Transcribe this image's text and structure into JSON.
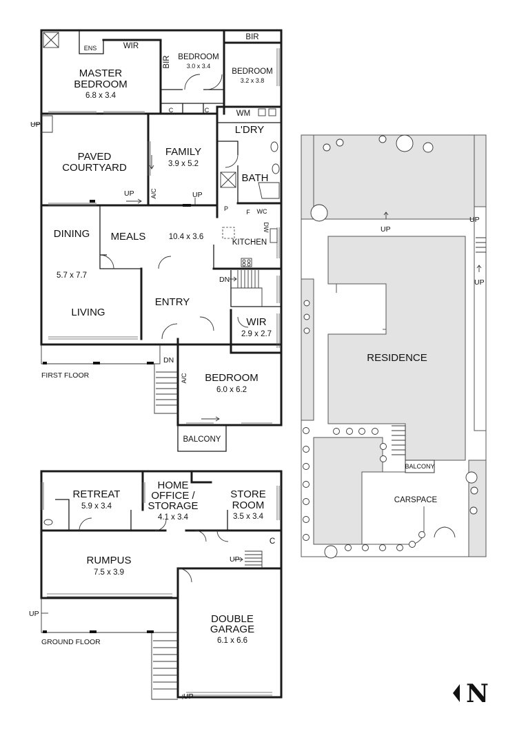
{
  "first_floor": {
    "label": "FIRST FLOOR",
    "rooms": {
      "ens": "ENS",
      "wir_top": "WIR",
      "bir_top": "BIR",
      "bir_side": "BIR",
      "master_name_1": "MASTER",
      "master_name_2": "BEDROOM",
      "master_dim": "6.8 x 3.4",
      "bed2_name": "BEDROOM",
      "bed2_dim": "3.0 x 3.4",
      "bed3_name": "BEDROOM",
      "bed3_dim": "3.2 x 3.8",
      "c1": "C",
      "c2": "C",
      "wm": "WM",
      "laundry": "L'DRY",
      "courtyard_1": "PAVED",
      "courtyard_2": "COURTYARD",
      "family_name": "FAMILY",
      "family_dim": "3.9 x 5.2",
      "bath": "BATH",
      "p": "P",
      "f": "F",
      "wc": "WC",
      "dw": "DW",
      "kitchen": "KITCHEN",
      "dining": "DINING",
      "meals": "MEALS",
      "meals_dim": "10.4 x 3.6",
      "living_dim": "5.7 x 7.7",
      "living": "LIVING",
      "entry": "ENTRY",
      "wir_name": "WIR",
      "wir_dim": "2.9 x 2.7",
      "bedroom_name": "BEDROOM",
      "bedroom_dim": "6.0 x 6.2",
      "balcony": "BALCONY",
      "ac1": "A/C",
      "ac2": "A/C",
      "up1": "UP",
      "up2": "UP",
      "up3": "UP",
      "dn1": "DN",
      "dn2": "DN"
    }
  },
  "ground_floor": {
    "label": "GROUND FLOOR",
    "rooms": {
      "retreat_name": "RETREAT",
      "retreat_dim": "5.9 x 3.4",
      "office_1": "HOME",
      "office_2": "OFFICE /",
      "office_3": "STORAGE",
      "office_dim": "4.1 x 3.4",
      "store_1": "STORE",
      "store_2": "ROOM",
      "store_dim": "3.5 x 3.4",
      "c": "C",
      "rumpus_name": "RUMPUS",
      "rumpus_dim": "7.5 x 3.9",
      "garage_1": "DOUBLE",
      "garage_2": "GARAGE",
      "garage_dim": "6.1 x 6.6",
      "up1": "UP",
      "up2": "UP",
      "up3": "UP"
    }
  },
  "site_plan": {
    "residence": "RESIDENCE",
    "carspace": "CARSPACE",
    "balcony": "BALCONY",
    "up1": "UP",
    "up2": "UP",
    "up3": "UP"
  },
  "compass": {
    "letter": "N"
  }
}
